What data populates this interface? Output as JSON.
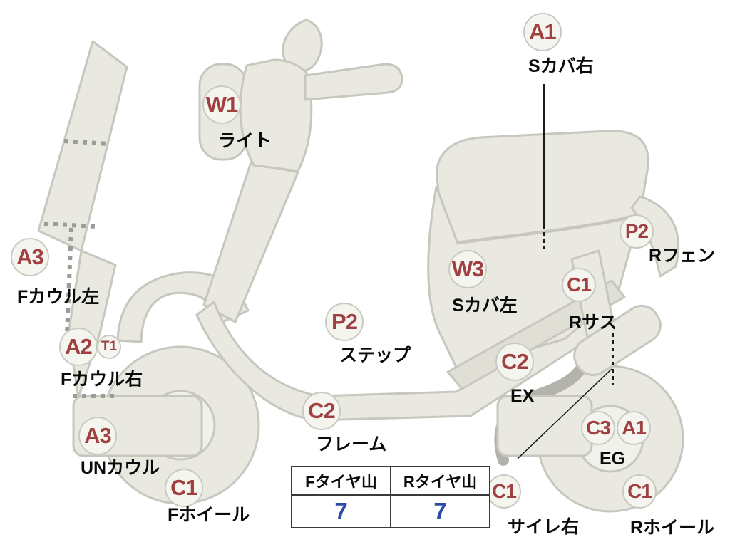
{
  "diagram": {
    "type": "scooter-auction-condition-map",
    "colors": {
      "grade_text": "#A04040",
      "body_fill": "#E9E9E1",
      "body_stroke": "#C7C7BE",
      "tire_value_text": "#2B4BA8",
      "label_text": "#0A0A0A"
    }
  },
  "annotations": [
    {
      "grade": "A1",
      "label": "Sカバ右"
    },
    {
      "grade": "W1",
      "label": "ライト"
    },
    {
      "grade": "A3",
      "label": "Fカウル左"
    },
    {
      "grade": "A2",
      "sub_grade": "T1",
      "label": "Fカウル右"
    },
    {
      "grade": "A3",
      "label": "UNカウル"
    },
    {
      "grade": "C1",
      "label": "Fホイール"
    },
    {
      "grade": "P2",
      "label": "ステップ"
    },
    {
      "grade": "C2",
      "label": "フレーム"
    },
    {
      "grade": "W3",
      "label": "Sカバ左"
    },
    {
      "grade": "C1",
      "label": "Rサス"
    },
    {
      "grade": "P2",
      "label": "Rフェン"
    },
    {
      "grade": "C2",
      "label": "EX"
    },
    {
      "grade": "C3",
      "label": "EG"
    },
    {
      "grade": "A1",
      "label": ""
    },
    {
      "grade": "C1",
      "label": "Rホイール"
    },
    {
      "grade": "C1",
      "label": "サイレ右"
    }
  ],
  "tire_table": {
    "columns": [
      "Fタイヤ山",
      "Rタイヤ山"
    ],
    "values": [
      "7",
      "7"
    ]
  }
}
